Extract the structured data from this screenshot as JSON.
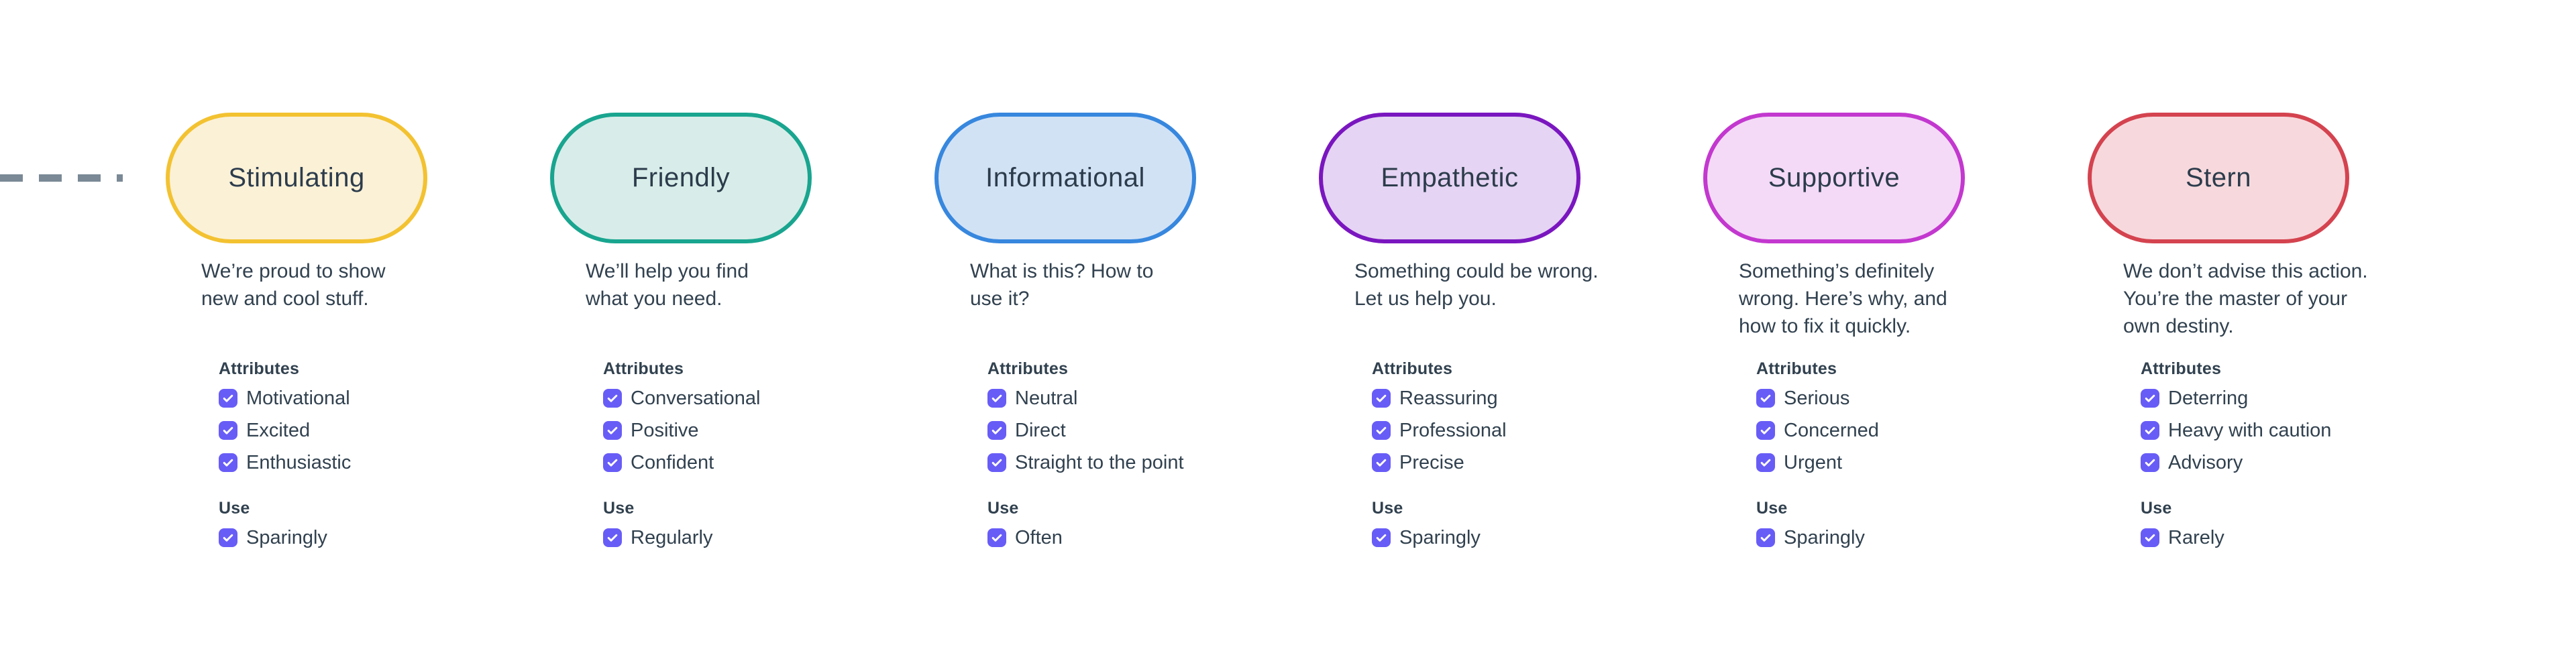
{
  "labels": {
    "attributes": "Attributes",
    "use": "Use"
  },
  "palette": {
    "checkbox": "#685CF7",
    "connector": "#7A8995",
    "text": "#31414F",
    "pill_text": "#2C3C4C",
    "background": "#FFFFFF"
  },
  "nodes": [
    {
      "label": "Stimulating",
      "border": "#F3C231",
      "fill": "#FBF1D7",
      "description": "We’re proud to show\nnew and cool stuff.",
      "attributes": [
        "Motivational",
        "Excited",
        "Enthusiastic"
      ],
      "use": "Sparingly"
    },
    {
      "label": "Friendly",
      "border": "#19A58F",
      "fill": "#D8EDE9",
      "description": "We’ll help you find\nwhat you need.",
      "attributes": [
        "Conversational",
        "Positive",
        "Confident"
      ],
      "use": "Regularly"
    },
    {
      "label": "Informational",
      "border": "#3787DE",
      "fill": "#D2E2F5",
      "description": "What is this? How to\nuse it?",
      "attributes": [
        "Neutral",
        "Direct",
        "Straight to the point"
      ],
      "use": "Often"
    },
    {
      "label": "Empathetic",
      "border": "#7A16BF",
      "fill": "#E5D4F3",
      "description": "Something could be wrong.\nLet us help you.",
      "attributes": [
        "Reassuring",
        "Professional",
        "Precise"
      ],
      "use": "Sparingly"
    },
    {
      "label": "Supportive",
      "border": "#C338CF",
      "fill": "#F4DAF7",
      "description": "Something’s definitely\nwrong. Here’s why, and\nhow to fix it quickly.",
      "attributes": [
        "Serious",
        "Concerned",
        "Urgent"
      ],
      "use": "Sparingly"
    },
    {
      "label": "Stern",
      "border": "#D4434F",
      "fill": "#F7D9DD",
      "description": "We don’t advise this action.\nYou’re the master of your\nown destiny.",
      "attributes": [
        "Deterring",
        "Heavy with caution",
        "Advisory"
      ],
      "use": "Rarely"
    }
  ]
}
